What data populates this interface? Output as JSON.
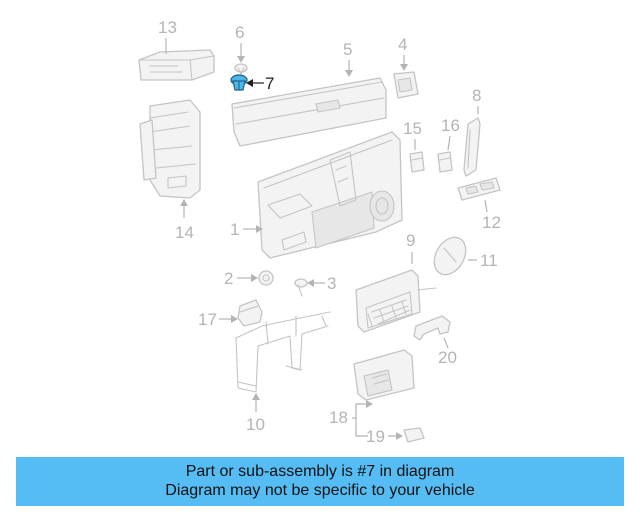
{
  "diagram": {
    "highlighted_part": "7",
    "highlight_color": "#4fb6e8",
    "callouts": {
      "p1": "1",
      "p2": "2",
      "p3": "3",
      "p4": "4",
      "p5": "5",
      "p6": "6",
      "p7": "7",
      "p8": "8",
      "p9": "9",
      "p10": "10",
      "p11": "11",
      "p12": "12",
      "p13": "13",
      "p14": "14",
      "p15": "15",
      "p16": "16",
      "p17": "17",
      "p18": "18",
      "p19": "19",
      "p20": "20"
    }
  },
  "banner": {
    "line1": "Part or sub-assembly is #7 in diagram",
    "line2": "Diagram may not be specific to your vehicle",
    "background": "#55bdf4"
  }
}
